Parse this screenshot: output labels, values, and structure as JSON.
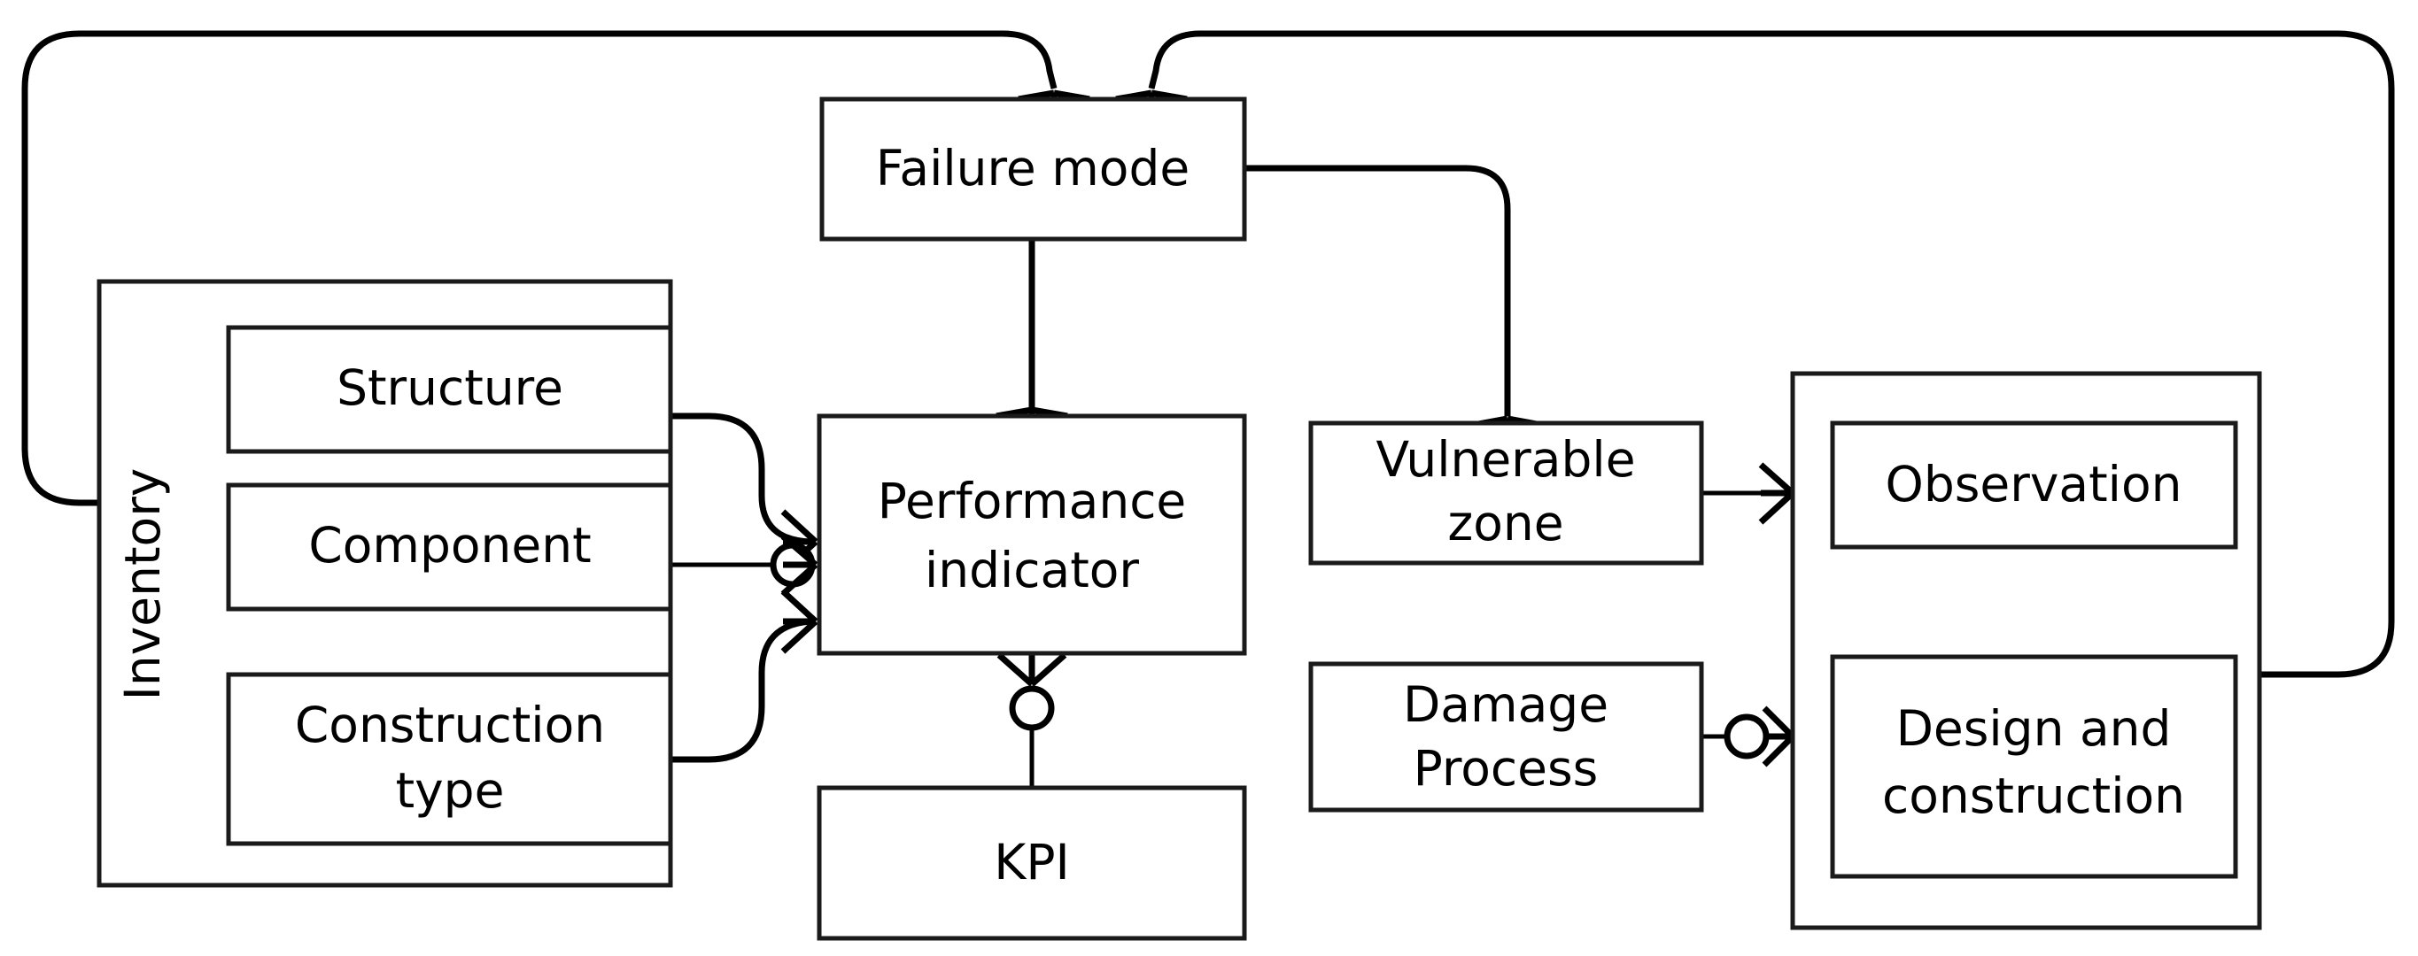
{
  "diagram": {
    "type": "entity-relationship-diagram",
    "title": "",
    "background_color": "#ffffff",
    "line_color": "#000000",
    "box_fill": "#ffffff",
    "box_stroke": "#1a1a1a",
    "groups": [
      {
        "id": "inventory",
        "label": "Inventory",
        "label_orientation": "vertical-rotated-270",
        "entities": [
          "structure",
          "component",
          "construction_type"
        ]
      },
      {
        "id": "right-group",
        "label": "",
        "label_orientation": "none",
        "entities": [
          "observation",
          "design_and_construction"
        ]
      }
    ],
    "entities": [
      {
        "id": "failure_mode",
        "label": "Failure mode",
        "lines": [
          "Failure mode"
        ]
      },
      {
        "id": "structure",
        "label": "Structure",
        "lines": [
          "Structure"
        ]
      },
      {
        "id": "component",
        "label": "Component",
        "lines": [
          "Component"
        ]
      },
      {
        "id": "construction_type",
        "label": "Construction type",
        "lines": [
          "Construction",
          "type"
        ]
      },
      {
        "id": "performance_indicator",
        "label": "Performance indicator",
        "lines": [
          "Performance",
          "indicator"
        ]
      },
      {
        "id": "kpi",
        "label": "KPI",
        "lines": [
          "KPI"
        ]
      },
      {
        "id": "vulnerable_zone",
        "label": "Vulnerable zone",
        "lines": [
          "Vulnerable",
          "zone"
        ]
      },
      {
        "id": "damage_process",
        "label": "Damage Process",
        "lines": [
          "Damage",
          "Process"
        ]
      },
      {
        "id": "observation",
        "label": "Observation",
        "lines": [
          "Observation"
        ]
      },
      {
        "id": "design_and_construction",
        "label": "Design and construction",
        "lines": [
          "Design and",
          "construction"
        ]
      }
    ],
    "relationships": [
      {
        "from": "inventory",
        "to": "failure_mode",
        "from_notation": "one",
        "to_notation": "crows-foot",
        "route": "left-loop-over-top"
      },
      {
        "from": "right-group",
        "to": "failure_mode",
        "from_notation": "one",
        "to_notation": "crows-foot",
        "route": "right-loop-over-top"
      },
      {
        "from": "failure_mode",
        "to": "performance_indicator",
        "from_notation": "one",
        "to_notation": "crows-foot",
        "route": "vertical"
      },
      {
        "from": "failure_mode",
        "to": "vulnerable_zone",
        "from_notation": "one",
        "to_notation": "crows-foot",
        "route": "right-then-down"
      },
      {
        "from": "structure",
        "to": "performance_indicator",
        "from_notation": "one",
        "to_notation": "crows-foot",
        "route": "curve-down"
      },
      {
        "from": "component",
        "to": "performance_indicator",
        "from_notation": "one",
        "to_notation": "crows-foot-optional",
        "route": "straight"
      },
      {
        "from": "construction_type",
        "to": "performance_indicator",
        "from_notation": "one",
        "to_notation": "crows-foot",
        "route": "curve-up"
      },
      {
        "from": "performance_indicator",
        "to": "kpi",
        "from_notation": "crows-foot-optional",
        "to_notation": "one",
        "route": "vertical"
      },
      {
        "from": "observation",
        "to": "vulnerable_zone",
        "from_notation": "crows-foot",
        "to_notation": "one",
        "route": "horizontal"
      },
      {
        "from": "design_and_construction",
        "to": "damage_process",
        "from_notation": "crows-foot-optional",
        "to_notation": "one",
        "route": "horizontal"
      }
    ]
  }
}
